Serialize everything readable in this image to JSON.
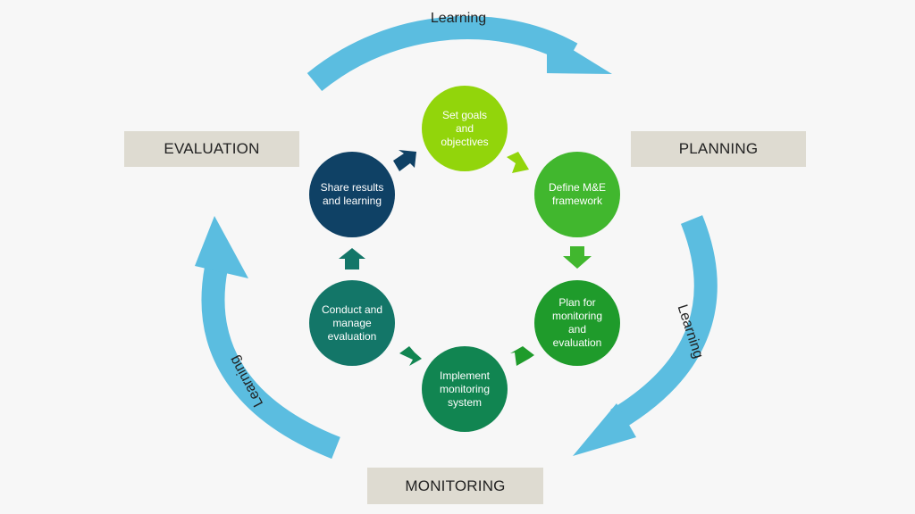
{
  "colors": {
    "background": "#f7f7f7",
    "learning_arrow": "#5bbde0",
    "phase_box": "#dedbd1",
    "step1": "#92d50b",
    "step2": "#41b72e",
    "step3": "#1f9b2b",
    "step4": "#118551",
    "step5": "#137668",
    "step6": "#0f4165"
  },
  "phases": {
    "evaluation": "EVALUATION",
    "planning": "PLANNING",
    "monitoring": "MONITORING"
  },
  "learning_arrows": {
    "top": "Learning",
    "right": "Learning",
    "left": "Learning"
  },
  "steps": [
    {
      "label": "Set goals and objectives"
    },
    {
      "label": "Define M&E framework"
    },
    {
      "label": "Plan for monitoring and evaluation"
    },
    {
      "label": "Implement monitoring system"
    },
    {
      "label": "Conduct and manage evaluation"
    },
    {
      "label": "Share results and learning"
    }
  ],
  "step_arrow_icons": [
    "chevron-arrow",
    "chevron-arrow",
    "chevron-arrow",
    "chevron-arrow",
    "chevron-arrow",
    "chevron-arrow"
  ]
}
